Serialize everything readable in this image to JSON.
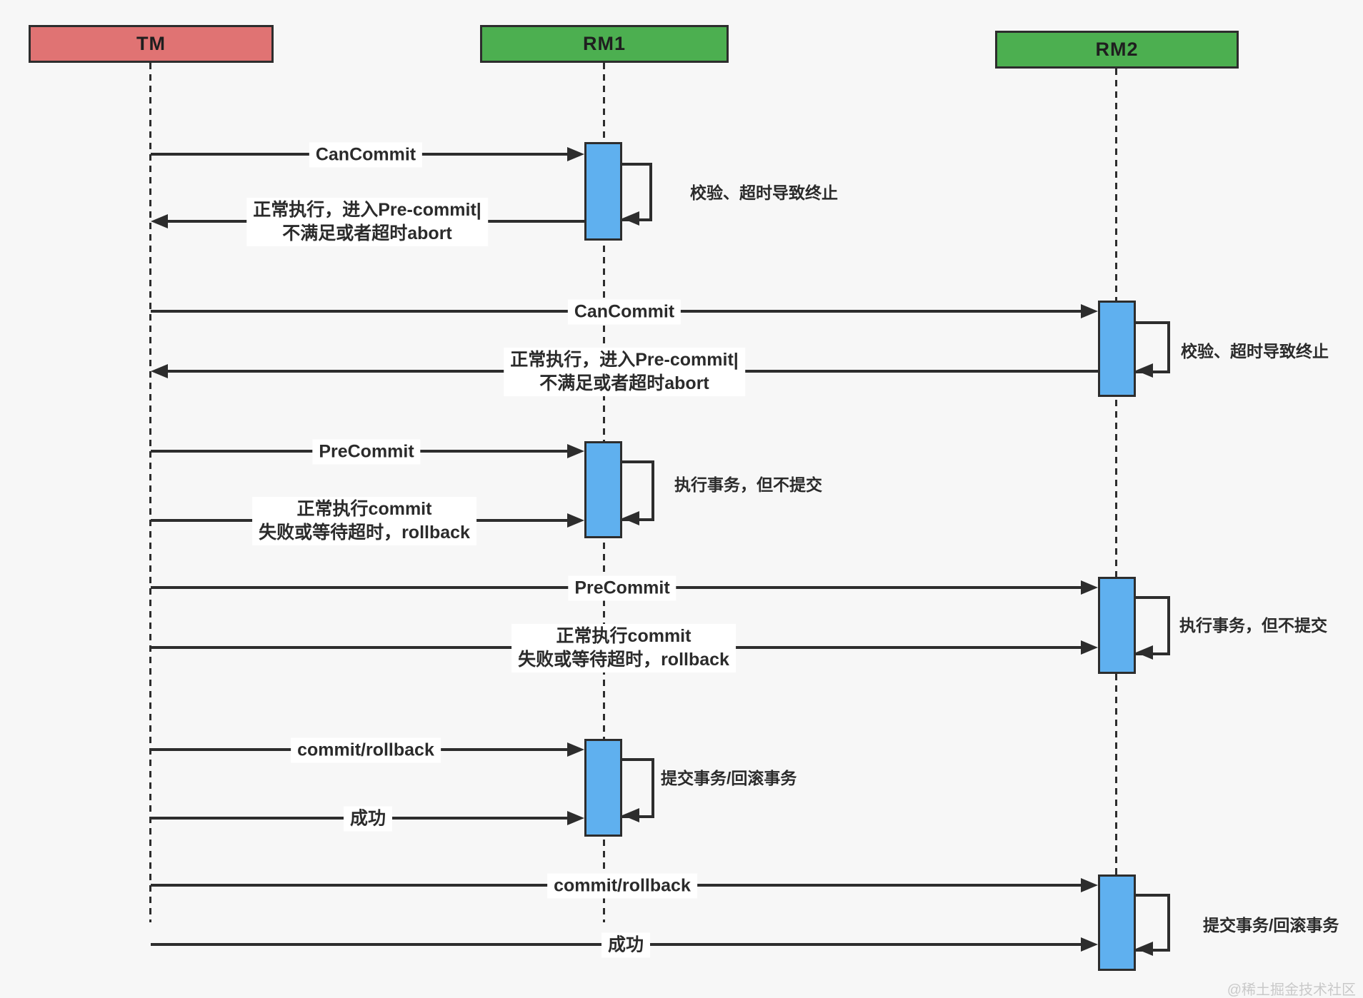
{
  "actors": [
    {
      "id": "tm",
      "label": "TM",
      "color": "#e07373"
    },
    {
      "id": "rm1",
      "label": "RM1",
      "color": "#4caf50"
    },
    {
      "id": "rm2",
      "label": "RM2",
      "color": "#4caf50"
    }
  ],
  "messages": [
    {
      "from": "TM",
      "to": "RM1",
      "label": "CanCommit"
    },
    {
      "from": "RM1",
      "to": "TM",
      "lines": [
        "正常执行，进入Pre-commit|",
        "不满足或者超时abort"
      ]
    },
    {
      "from": "TM",
      "to": "RM2",
      "label": "CanCommit"
    },
    {
      "from": "RM2",
      "to": "TM",
      "lines": [
        "正常执行，进入Pre-commit|",
        "不满足或者超时abort"
      ]
    },
    {
      "from": "TM",
      "to": "RM1",
      "label": "PreCommit"
    },
    {
      "from": "TM",
      "to": "RM1",
      "lines": [
        "正常执行commit",
        "失败或等待超时，rollback"
      ]
    },
    {
      "from": "TM",
      "to": "RM2",
      "label": "PreCommit"
    },
    {
      "from": "TM",
      "to": "RM2",
      "lines": [
        "正常执行commit",
        "失败或等待超时，rollback"
      ]
    },
    {
      "from": "TM",
      "to": "RM1",
      "label": "commit/rollback"
    },
    {
      "from": "TM",
      "to": "RM1",
      "label": "成功"
    },
    {
      "from": "TM",
      "to": "RM2",
      "label": "commit/rollback"
    },
    {
      "from": "TM",
      "to": "RM2",
      "label": "成功"
    }
  ],
  "annotations": [
    "校验、超时导致终止",
    "校验、超时导致终止",
    "执行事务，但不提交",
    "执行事务，但不提交",
    "提交事务/回滚事务",
    "提交事务/回滚事务"
  ],
  "watermark": "@稀土掘金技术社区",
  "colors": {
    "background": "#f7f7f7",
    "tm_header": "#e07373",
    "rm_header": "#4caf50",
    "activation_fill": "#5fb0ef",
    "line": "#2d2d2d",
    "label_background": "#ffffff",
    "watermark": "#c9c9c9"
  }
}
